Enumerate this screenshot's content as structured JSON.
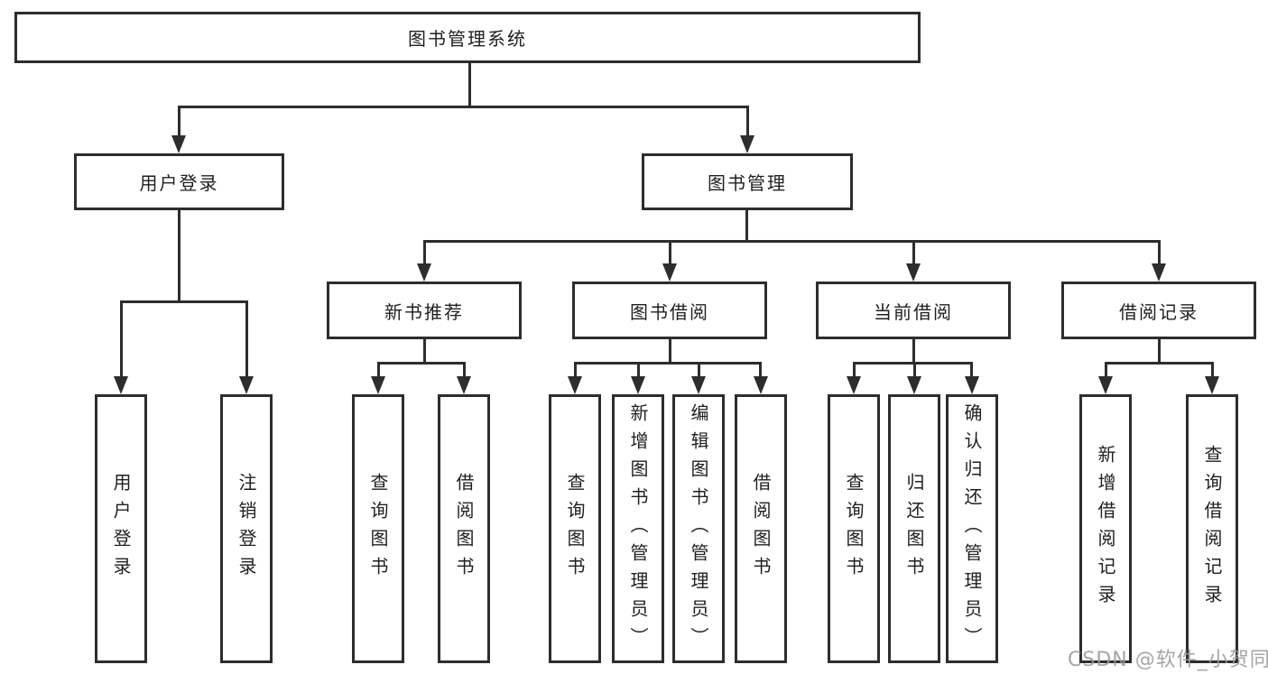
{
  "title": "图书管理系统",
  "colors": {
    "line": "#2d2d2d",
    "text": "#1f1f1f",
    "watermark": "#9c9c9c",
    "background": "#ffffff"
  },
  "nodes": {
    "root": "图书管理系统",
    "level2": [
      "用户登录",
      "图书管理"
    ],
    "level3": [
      "新书推荐",
      "图书借阅",
      "当前借阅",
      "借阅记录"
    ],
    "user_login_children": [
      "用户登录",
      "注销登录"
    ],
    "new_book_children": [
      "查询图书",
      "借阅图书"
    ],
    "book_borrow_children": [
      "查询图书",
      "新增图书（管理员）",
      "编辑图书（管理员）",
      "借阅图书"
    ],
    "current_borrow_children": [
      "查询图书",
      "归还图书",
      "确认归还（管理员）"
    ],
    "borrow_record_children": [
      "新增借阅记录",
      "查询借阅记录"
    ]
  },
  "watermark": "CSDN @软件_小贺同学"
}
